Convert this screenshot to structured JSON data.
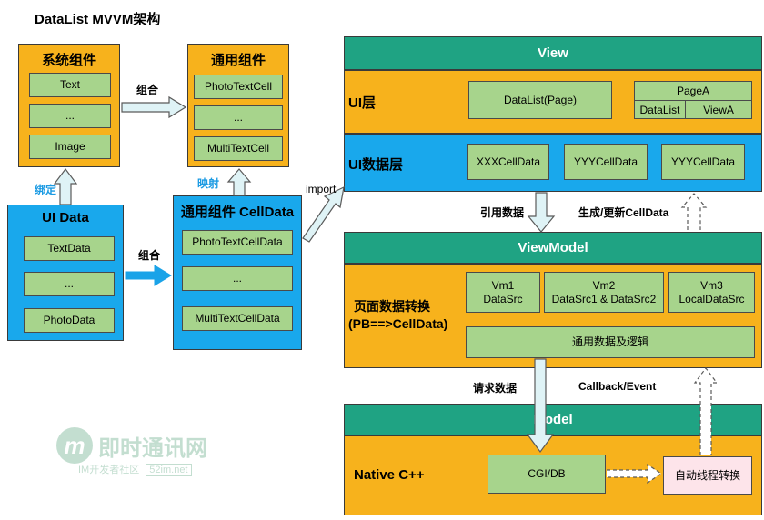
{
  "title": "DataList MVVM架构",
  "sys_components": {
    "title": "系统组件",
    "items": [
      "Text",
      "...",
      "Image"
    ]
  },
  "common_components": {
    "title": "通用组件",
    "items": [
      "PhotoTextCell",
      "...",
      "MultiTextCell"
    ]
  },
  "ui_data": {
    "title": "UI Data",
    "items": [
      "TextData",
      "...",
      "PhotoData"
    ]
  },
  "celldata": {
    "title": "通用组件 CellData",
    "items": [
      "PhotoTextCellData",
      "...",
      "MultiTextCellData"
    ]
  },
  "labels": {
    "combine_top": "组合",
    "bind": "绑定",
    "combine_mid": "组合",
    "mapping": "映射",
    "import": "import",
    "ref_data": "引用数据",
    "gen_update": "生成/更新CellData",
    "request_data": "请求数据",
    "callback": "Callback/Event"
  },
  "view": {
    "header": "View",
    "ui_layer": {
      "label": "UI层",
      "datalist": "DataList(Page)",
      "pagea": "PageA",
      "pagea_left": "DataList",
      "pagea_right": "ViewA"
    },
    "ui_data_layer": {
      "label": "UI数据层",
      "items": [
        "XXXCellData",
        "YYYCellData",
        "YYYCellData"
      ]
    }
  },
  "viewmodel": {
    "header": "ViewModel",
    "label_line1": "页面数据转换",
    "label_line2": "(PB==>CellData)",
    "vms": [
      {
        "line1": "Vm1",
        "line2": "DataSrc"
      },
      {
        "line1": "Vm2",
        "line2": "DataSrc1 & DataSrc2"
      },
      {
        "line1": "Vm3",
        "line2": "LocalDataSrc"
      }
    ],
    "common_logic": "通用数据及逻辑"
  },
  "model": {
    "header": "Model",
    "label": "Native C++",
    "cgi": "CGI/DB",
    "auto_thread": "自动线程转换"
  },
  "watermark": {
    "brand": "即时通讯网",
    "sub": "IM开发者社区",
    "site": "52im.net"
  },
  "colors": {
    "orange": "#f7b21c",
    "blue": "#19a8ec",
    "green_cell": "#a7d48c",
    "teal": "#1fa383",
    "arrow_fill": "#dff3f6",
    "pink": "#fde4ea"
  }
}
